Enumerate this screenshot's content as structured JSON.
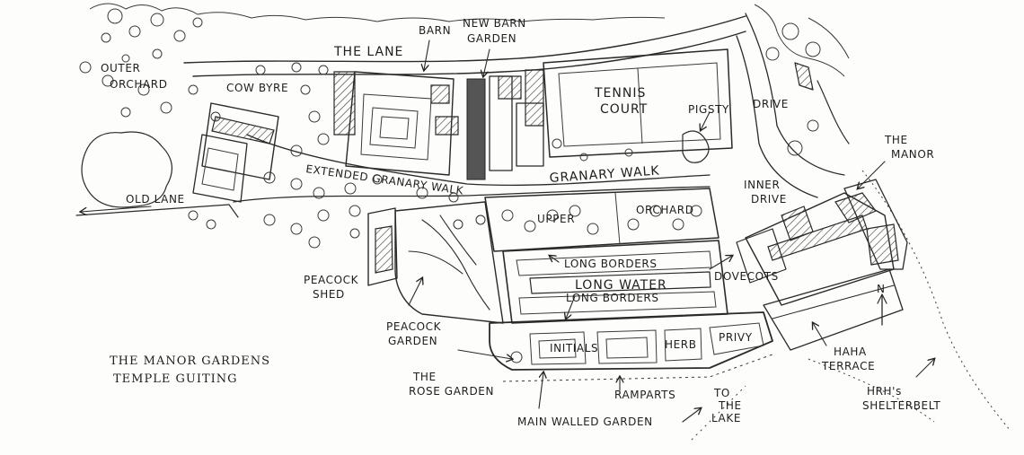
{
  "title_block": {
    "line1": "THE MANOR GARDENS",
    "line2": "TEMPLE GUITING"
  },
  "labels": {
    "outer_orchard_1": "OUTER",
    "outer_orchard_2": "ORCHARD",
    "cow_byre": "COW BYRE",
    "the_lane": "THE LANE",
    "barn": "BARN",
    "new_barn_1": "NEW BARN",
    "new_barn_2": "GARDEN",
    "tennis_1": "TENNIS",
    "tennis_2": "COURT",
    "pigsty": "PIGSTY",
    "drive": "DRIVE",
    "the_manor_1": "THE",
    "the_manor_2": "MANOR",
    "extended_granary_walk": "EXTENDED GRANARY WALK",
    "granary_walk": "GRANARY WALK",
    "inner_drive_1": "INNER",
    "inner_drive_2": "DRIVE",
    "old_lane": "OLD LANE",
    "upper": "UPPER",
    "orchard": "ORCHARD",
    "long_borders_top": "LONG BORDERS",
    "long_water": "LONG WATER",
    "long_borders_bottom": "LONG BORDERS",
    "dovecots": "DOVECOTS",
    "peacock_shed_1": "PEACOCK",
    "peacock_shed_2": "SHED",
    "peacock_garden_1": "PEACOCK",
    "peacock_garden_2": "GARDEN",
    "initials": "INITIALS",
    "herb": "HERB",
    "privy": "PRIVY",
    "haha_1": "HAHA",
    "haha_2": "TERRACE",
    "rose_garden_1": "THE",
    "rose_garden_2": "ROSE GARDEN",
    "ramparts": "RAMPARTS",
    "to_lake_1": "TO",
    "to_lake_2": "THE",
    "to_lake_3": "LAKE",
    "main_walled_garden": "MAIN WALLED GARDEN",
    "hrh_1": "HRH's",
    "hrh_2": "SHELTERBELT",
    "north": "N"
  }
}
